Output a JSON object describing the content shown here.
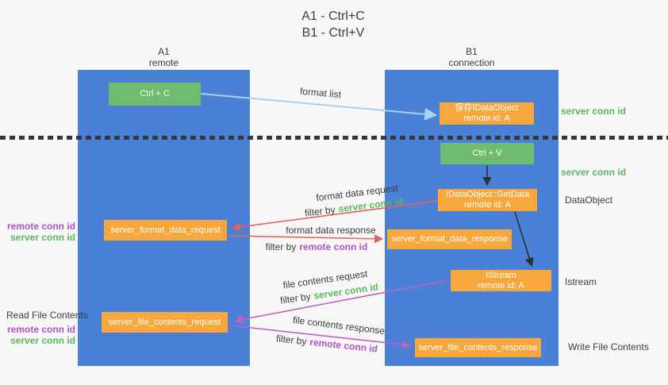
{
  "title": {
    "line1": "A1 - Ctrl+C",
    "line2": "B1 - Ctrl+V"
  },
  "lanes": {
    "left": {
      "name": "A1",
      "subtitle": "remote"
    },
    "right": {
      "name": "B1",
      "subtitle": "connection"
    }
  },
  "nodes": {
    "ctrl_c": {
      "label": "Ctrl + C"
    },
    "save_idataobject": {
      "line1": "保存IDataObject",
      "line2": "remote id: A"
    },
    "ctrl_v": {
      "label": "Ctrl + V"
    },
    "getdata": {
      "line1": "IDataObject::GetData",
      "line2": "remote id: A"
    },
    "format_request": {
      "label": "server_format_data_request"
    },
    "format_response": {
      "label": "server_format_data_response"
    },
    "istream": {
      "line1": "IStream",
      "line2": "remote id: A"
    },
    "file_request": {
      "label": "server_file_contents_request"
    },
    "file_response": {
      "label": "server_file_contents_response"
    }
  },
  "side_labels": {
    "server_conn_id_top": "server conn id",
    "server_conn_id_mid": "server conn id",
    "dataobject": "DataObject",
    "istream": "Istream",
    "read_file_contents": "Read File Contents",
    "write_file_contents": "Write File Contents",
    "mid_left": {
      "remote": "remote conn id",
      "server": "server conn id"
    },
    "bottom_left": {
      "remote": "remote conn id",
      "server": "server conn id"
    }
  },
  "arrow_labels": {
    "format_list": "format list",
    "format_data_request": "format data request",
    "format_data_response": "format data response",
    "file_contents_request": "file contents request",
    "file_contents_response": "file contents response",
    "filter_by": "filter by",
    "server_conn_id": "server conn id",
    "remote_conn_id": "remote conn id"
  },
  "colors": {
    "lane_blue": "#4a80d6",
    "box_green": "#6fbb6f",
    "box_orange": "#f7a73c",
    "arrow_red": "#e8625c",
    "arrow_magenta": "#c05fc5",
    "arrow_lightblue": "#a8d2ee",
    "arrow_black": "#2f2f2f",
    "label_green": "#5cb85c",
    "label_purple": "#b052c8",
    "text_dark": "#3d3d3d",
    "background": "#f7f7f7"
  }
}
